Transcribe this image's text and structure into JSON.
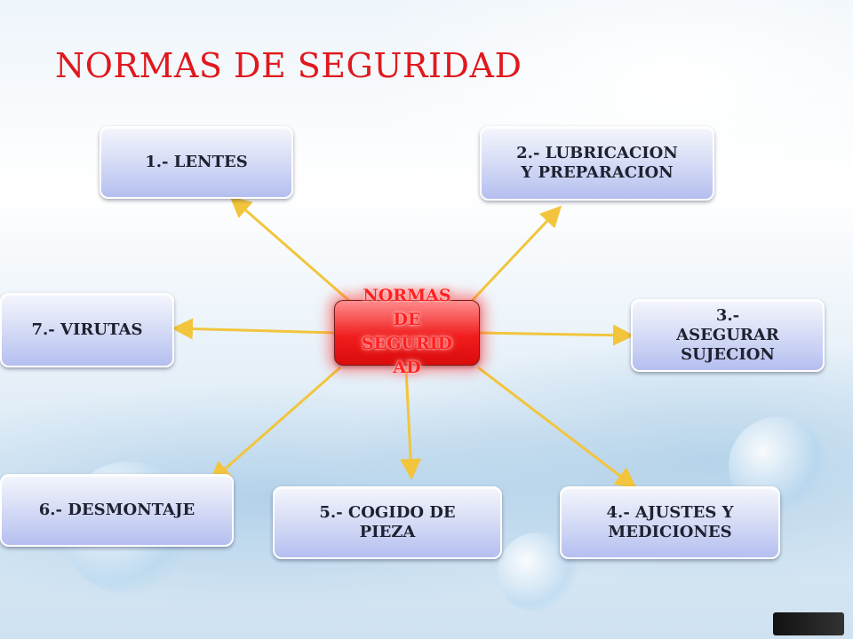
{
  "title": "NORMAS DE SEGURIDAD",
  "center_label": "NORMAS\nDE\nSEGURID\nAD",
  "nodes": [
    {
      "id": "lentes",
      "label": "1.- LENTES"
    },
    {
      "id": "lubricacion",
      "label": "2.- LUBRICACION\nY PREPARACION"
    },
    {
      "id": "asegurar",
      "label": "3.-\nASEGURAR\nSUJECION"
    },
    {
      "id": "ajustes",
      "label": "4.-  AJUSTES Y\nMEDICIONES"
    },
    {
      "id": "cogido",
      "label": "5.-  COGIDO DE\nPIEZA"
    },
    {
      "id": "desmontaje",
      "label": "6.- DESMONTAJE"
    },
    {
      "id": "virutas",
      "label": "7.- VIRUTAS"
    }
  ],
  "colors": {
    "title": "#e0191e",
    "arrow": "#f2c53d",
    "center": "#f11e1e",
    "node_fill": "#c9d0f2"
  }
}
